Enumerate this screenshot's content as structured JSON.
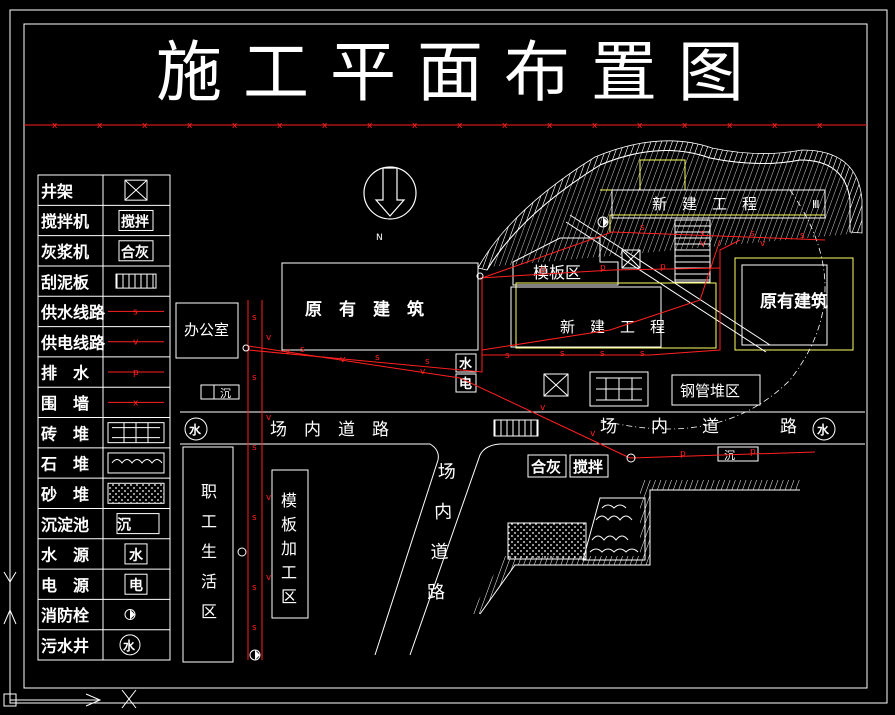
{
  "title": "施 工 平 面 布 置 图",
  "north_label": "N",
  "legend": [
    {
      "label": "井架",
      "symbol": "boxx"
    },
    {
      "label": "搅拌机",
      "symbol": "text",
      "text": "搅拌"
    },
    {
      "label": "灰浆机",
      "symbol": "text",
      "text": "合灰"
    },
    {
      "label": "刮泥板",
      "symbol": "hatch"
    },
    {
      "label": "供水线路",
      "symbol": "line",
      "mark": "s"
    },
    {
      "label": "供电线路",
      "symbol": "line",
      "mark": "v"
    },
    {
      "label": "排　水",
      "symbol": "line",
      "mark": "p"
    },
    {
      "label": "围　墙",
      "symbol": "line",
      "mark": "x"
    },
    {
      "label": "砖　堆",
      "symbol": "brick"
    },
    {
      "label": "石　堆",
      "symbol": "stone"
    },
    {
      "label": "砂　堆",
      "symbol": "sand"
    },
    {
      "label": "沉淀池",
      "symbol": "text",
      "text": "沉"
    },
    {
      "label": "水　源",
      "symbol": "text",
      "text": "水"
    },
    {
      "label": "电　源",
      "symbol": "text",
      "text": "电"
    },
    {
      "label": "消防栓",
      "symbol": "hydrant"
    },
    {
      "label": "污水井",
      "symbol": "circle",
      "text": "水"
    }
  ],
  "labels": {
    "new_building_top": "新　建　工　程",
    "roman_numeral": "Ⅲ",
    "old_building_1": "原　有　建　筑",
    "old_building_2": "原有建筑",
    "formwork_area": "模板区",
    "new_building_mid": "新　建　工　程",
    "office": "办公室",
    "water_source": "水",
    "power_source": "电",
    "sedimentation": "沉",
    "steel_yard": "钢管堆区",
    "road_left": "场　内　道　路",
    "road_right_1": "场　　内　　道",
    "road_right_2": "路",
    "road_vertical": "场内道路",
    "mixer": "搅拌",
    "mortar": "合灰",
    "dormitory": "职工生活区",
    "formwork_shop": "模板加工区",
    "sewer": "水"
  },
  "colors": {
    "line": "#ffffff",
    "red": "#ff2020",
    "yellow": "#ffff66",
    "background": "#000000"
  }
}
